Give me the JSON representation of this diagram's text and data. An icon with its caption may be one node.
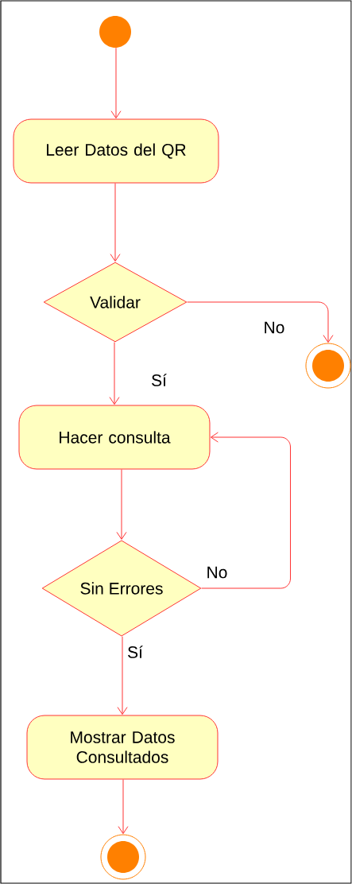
{
  "diagram": {
    "nodes": [
      {
        "text": [],
        "shape": "circle"
      },
      {
        "text": [
          "Leer Datos del QR"
        ]
      },
      {
        "text": [
          "Validar"
        ]
      },
      {
        "text": [],
        "shape": "bullseye"
      },
      {
        "text": [
          "Hacer consulta"
        ]
      },
      {
        "text": [
          "Sin Errores"
        ]
      },
      {
        "text": [
          "Mostrar Datos Consultados"
        ]
      },
      {
        "text": [],
        "shape": "bullseye"
      }
    ],
    "edges": [
      {
        "from": 0,
        "to": 1,
        "arrow": "to"
      },
      {
        "from": 1,
        "to": 2,
        "arrow": "to"
      },
      {
        "from": 2,
        "to": 3,
        "arrow": "to",
        "label": "No"
      },
      {
        "from": 2,
        "to": 4,
        "arrow": "to",
        "label": "Sí"
      },
      {
        "from": 4,
        "to": 5,
        "arrow": "to"
      },
      {
        "from": 5,
        "to": 4,
        "arrow": "to",
        "label": "No"
      },
      {
        "from": 5,
        "to": 6,
        "arrow": "to",
        "label": "Sí"
      },
      {
        "from": 6,
        "to": 7,
        "arrow": "to"
      }
    ]
  }
}
